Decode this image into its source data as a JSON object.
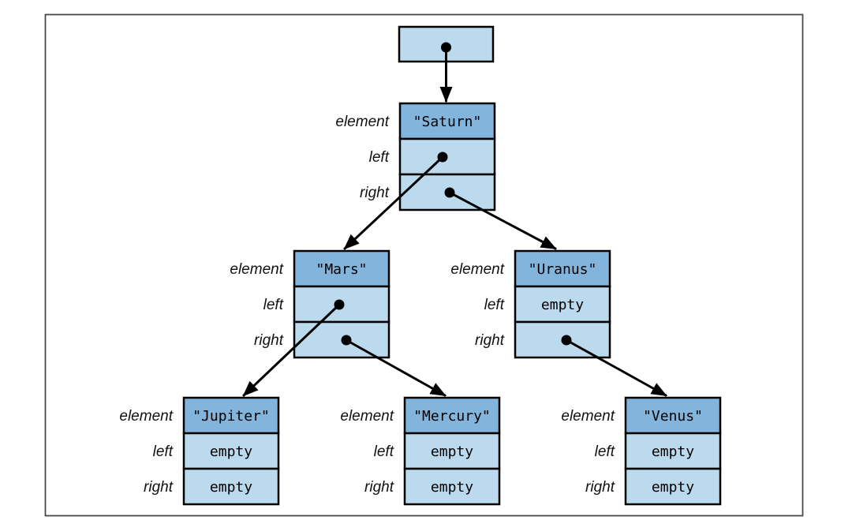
{
  "diagram": {
    "type": "binary-tree-linked-nodes",
    "labels": {
      "element": "element",
      "left": "left",
      "right": "right"
    },
    "colors": {
      "header_fill": "#82b4dc",
      "cell_fill": "#bcdaee",
      "stroke": "#000000",
      "frame_stroke": "#4a4a4a",
      "background": "#ffffff"
    },
    "root_pointer": {
      "kind": "pointer",
      "target": "saturn"
    },
    "nodes": [
      {
        "id": "saturn",
        "element": "\"Saturn\"",
        "left": {
          "kind": "pointer",
          "target": "mars"
        },
        "right": {
          "kind": "pointer",
          "target": "uranus"
        }
      },
      {
        "id": "mars",
        "element": "\"Mars\"",
        "left": {
          "kind": "pointer",
          "target": "jupiter"
        },
        "right": {
          "kind": "pointer",
          "target": "mercury"
        }
      },
      {
        "id": "uranus",
        "element": "\"Uranus\"",
        "left": {
          "kind": "empty",
          "text": "empty"
        },
        "right": {
          "kind": "pointer",
          "target": "venus"
        }
      },
      {
        "id": "jupiter",
        "element": "\"Jupiter\"",
        "left": {
          "kind": "empty",
          "text": "empty"
        },
        "right": {
          "kind": "empty",
          "text": "empty"
        }
      },
      {
        "id": "mercury",
        "element": "\"Mercury\"",
        "left": {
          "kind": "empty",
          "text": "empty"
        },
        "right": {
          "kind": "empty",
          "text": "empty"
        }
      },
      {
        "id": "venus",
        "element": "\"Venus\"",
        "left": {
          "kind": "empty",
          "text": "empty"
        },
        "right": {
          "kind": "empty",
          "text": "empty"
        }
      }
    ],
    "edges": [
      {
        "from": "root",
        "to": "saturn"
      },
      {
        "from": "saturn.left",
        "to": "mars"
      },
      {
        "from": "saturn.right",
        "to": "uranus"
      },
      {
        "from": "mars.left",
        "to": "jupiter"
      },
      {
        "from": "mars.right",
        "to": "mercury"
      },
      {
        "from": "uranus.right",
        "to": "venus"
      }
    ]
  }
}
